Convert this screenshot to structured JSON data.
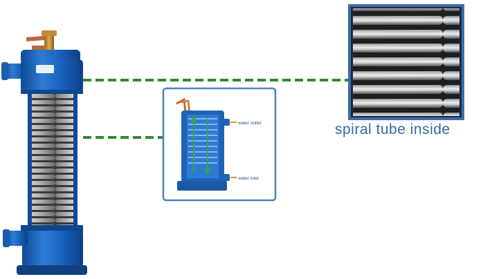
{
  "caption": "spiral tube inside",
  "inset": {
    "water_outlet_label": "water outlet",
    "water_inlet_label": "water inlet"
  },
  "colors": {
    "body_blue": "#1c63b8",
    "dash_green": "#2e8b2e",
    "frame_blue": "#4a82c0",
    "caption_blue": "#2f6aa6",
    "brass": "#c48a3a",
    "copper": "#b86a3c"
  }
}
